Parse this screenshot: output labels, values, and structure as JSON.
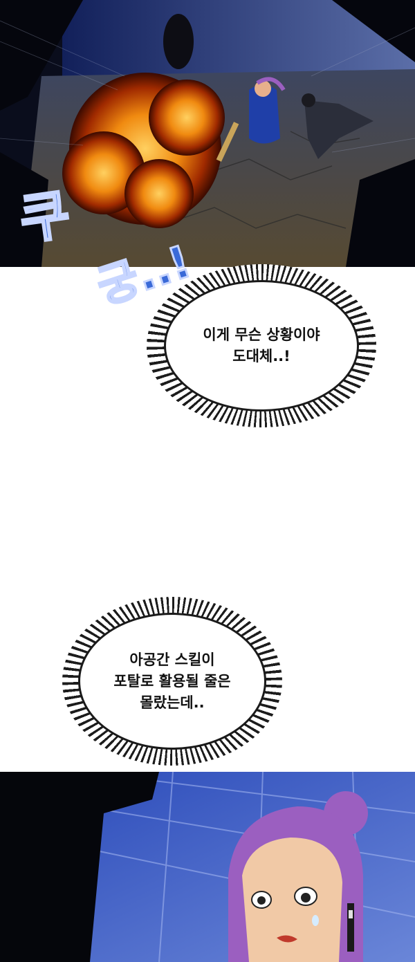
{
  "panel_top": {
    "sfx_line1": "쿠",
    "sfx_line2": "궁..!"
  },
  "bubble_1": {
    "text": "이게 무슨 상황이야\n도대체..!"
  },
  "bubble_2": {
    "text": "아공간 스킬이\n포탈로 활용될 줄은\n몰랐는데.."
  },
  "colors": {
    "sfx_blue": "#3a6ad8",
    "explosion_orange": "#f08a10",
    "character_hair": "#9b5fc0"
  }
}
